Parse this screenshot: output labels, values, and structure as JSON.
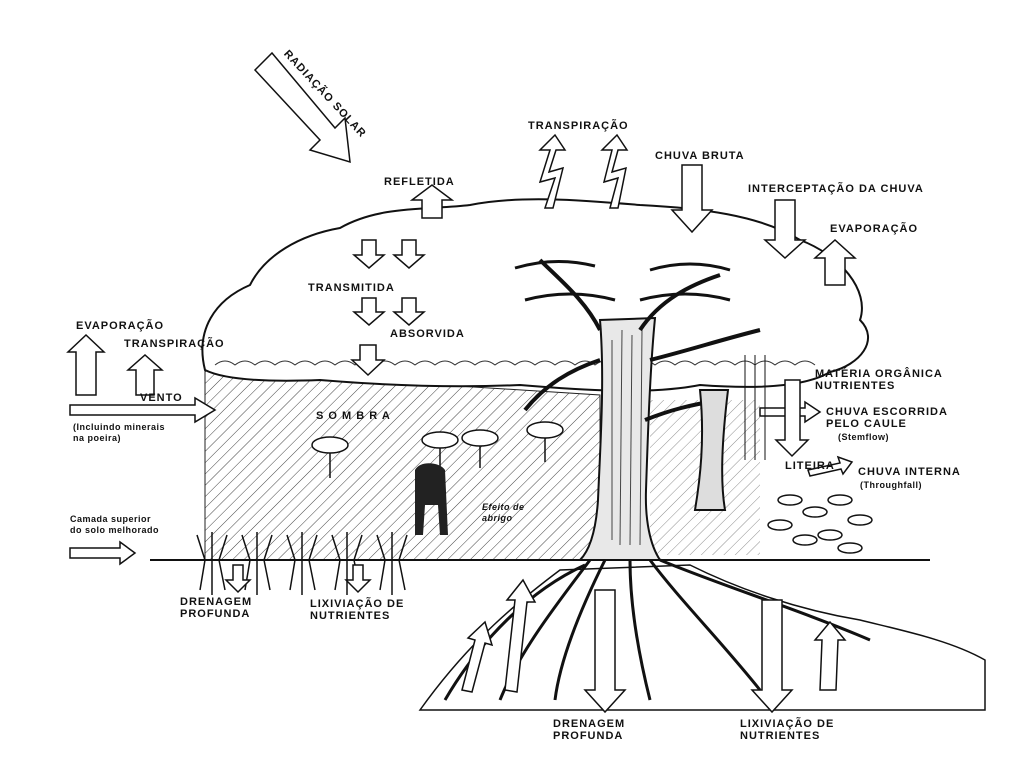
{
  "labels": {
    "radiacao_solar": "RADIAÇÃO SOLAR",
    "transpiracao_top": "TRANSPIRAÇÃO",
    "chuva_bruta": "CHUVA BRUTA",
    "refletida": "REFLETIDA",
    "interceptacao": "INTERCEPTAÇÃO DA CHUVA",
    "evaporacao_right": "EVAPORAÇÃO",
    "transmitida": "TRANSMITIDA",
    "absorvida": "ABSORVIDA",
    "evaporacao_left": "EVAPORAÇÃO",
    "transpiracao_left": "TRANSPIRAÇÃO",
    "vento": "VENTO",
    "vento_note": "(Incluindo minerais\nna poeira)",
    "sombra": "S O M B R A",
    "materia_organica": "MATÉRIA ORGÂNICA\nNUTRIENTES",
    "chuva_escorrida": "CHUVA ESCORRIDA\nPELO CAULE",
    "stemflow": "(Stemflow)",
    "liteira": "LITEIRA",
    "chuva_interna": "CHUVA INTERNA",
    "throughfall": "(Throughfall)",
    "camada_superior": "Camada superior\ndo solo melhorado",
    "efeito_abrigo": "Efeito de\nabrigo",
    "drenagem_left": "DRENAGEM\nPROFUNDA",
    "lixiviacao_left": "LIXIVIAÇÃO DE\nNUTRIENTES",
    "drenagem_bottom": "DRENAGEM\nPROFUNDA",
    "lixiviacao_bottom": "LIXIVIAÇÃO DE\nNUTRIENTES"
  }
}
